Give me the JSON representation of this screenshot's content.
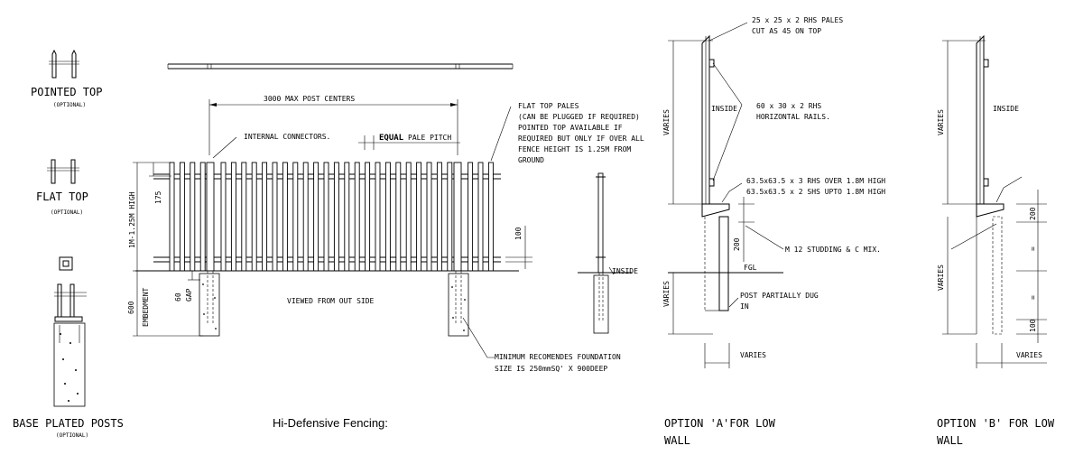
{
  "side_options": {
    "pointed_top": "POINTED TOP",
    "pointed_top_note": "(OPTIONAL)",
    "flat_top": "FLAT TOP",
    "flat_top_note": "(OPTIONAL)",
    "base_plated": "BASE PLATED POSTS",
    "base_plated_note": "(OPTIONAL)"
  },
  "main": {
    "post_centers": "3000 MAX POST CENTERS",
    "internal_connectors": "INTERNAL CONNECTORS.",
    "equal": "EQUAL",
    "pale_pitch": "PALE PITCH",
    "flat_top_pales": [
      "FLAT TOP PALES",
      "(CAN BE PLUGGED IF REQUIRED)",
      "POINTED TOP AVAILABLE IF",
      "REQUIRED BUT ONLY IF OVER ALL",
      "FENCE HEIGHT IS 1.25M FROM",
      "GROUND"
    ],
    "dim_175": "175",
    "height": "1M-1.25M HIGH",
    "dim_100": "100",
    "inside": "INSIDE",
    "dim_600": "600",
    "embedment": "EMBEDMENT",
    "dim_60": "60",
    "gap": "GAP",
    "viewed": "VIEWED FROM OUT SIDE",
    "foundation": [
      "MINIMUM RECOMENDES FOUNDATION",
      "SIZE IS 250mmSQ' X 900DEEP"
    ],
    "caption": "Hi-Defensive Fencing:"
  },
  "option_a": {
    "pales": [
      "25 x 25 x 2 RHS PALES",
      "CUT AS 45 ON TOP"
    ],
    "varies_top": "VARIES",
    "inside": "INSIDE",
    "rails": [
      "60 x 30 x 2 RHS",
      "HORIZONTAL RAILS."
    ],
    "posts": [
      "63.5x63.5 x 3 RHS OVER 1.8M HIGH",
      "63.5x63.5 x 2 SHS UPTO 1.8M HIGH"
    ],
    "dim_200": "200",
    "studding": "M 12 STUDDING & C MIX.",
    "fgl": "FGL",
    "varies_bottom": "VARIES",
    "post_dug": [
      "POST PARTIALLY DUG",
      "IN"
    ],
    "varies_width": "VARIES",
    "caption": [
      "OPTION 'A'FOR LOW",
      "WALL"
    ]
  },
  "option_b": {
    "varies_top": "VARIES",
    "inside": "INSIDE",
    "dim_200": "200",
    "eq1": "=",
    "varies_bottom": "VARIES",
    "eq2": "=",
    "dim_100": "100",
    "varies_width": "VARIES",
    "caption": [
      "OPTION 'B' FOR LOW",
      "WALL"
    ]
  }
}
